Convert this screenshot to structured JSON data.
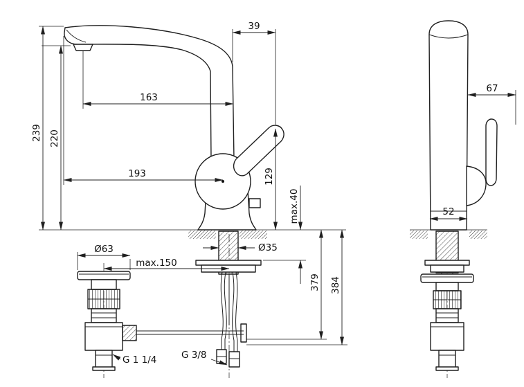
{
  "colors": {
    "line": "#1f1f1f",
    "background": "#ffffff"
  },
  "front_view": {
    "dim_39": "39",
    "dim_163": "163",
    "dim_239": "239",
    "dim_220": "220",
    "dim_193": "193",
    "dim_129": "129",
    "dim_max40": "max.40",
    "dim_d63": "Ø63",
    "dim_d35": "Ø35",
    "dim_max150": "max.150",
    "dim_379": "379",
    "dim_384": "384",
    "thread_drain": "G 1 1/4",
    "thread_supply": "G 3/8"
  },
  "side_view": {
    "dim_67": "67",
    "dim_52": "52"
  }
}
